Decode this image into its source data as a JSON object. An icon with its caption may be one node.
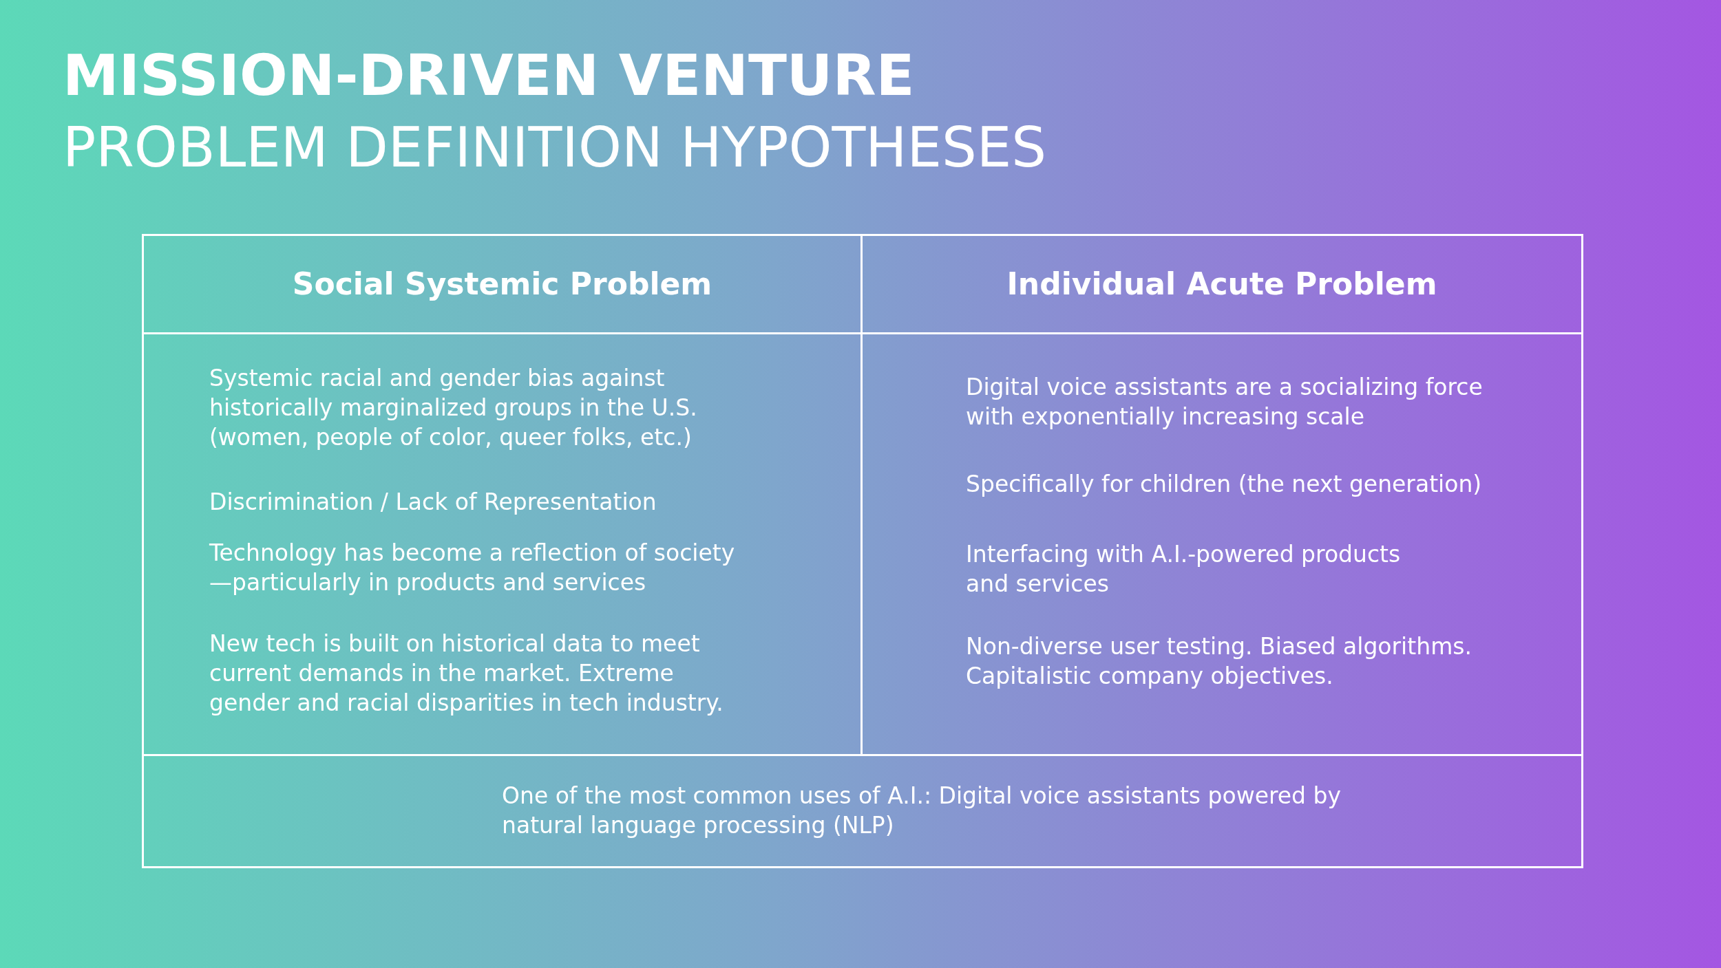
{
  "diagram": {
    "title": "MISSION-DRIVEN VENTURE",
    "labels": [
      "PROBLEM DEFINITION HYPOTHESES",
      "Social Systemic Problem",
      "Individual Acute Problem",
      "Systemic racial and gender bias against historically marginalized groups in the U.S. (women, people of color, queer folks, etc.)",
      "Discrimination  / Lack of Representation",
      "Technology has become a reflection of society—particularly in products and services",
      "New tech is built on historical data to meet current demands in the market. Extreme gender and racial disparities in tech industry.",
      "Digital voice assistants are a socializing force with exponentially increasing scale",
      "Specifically for children (the next generation)",
      "Interfacing with A.I.-powered products and services",
      "Non-diverse user testing. Biased algorithms. Capitalistic company objectives.",
      "One of the most common uses of A.I.: Digital voice assistants powered by natural language processing (NLP)"
    ]
  }
}
